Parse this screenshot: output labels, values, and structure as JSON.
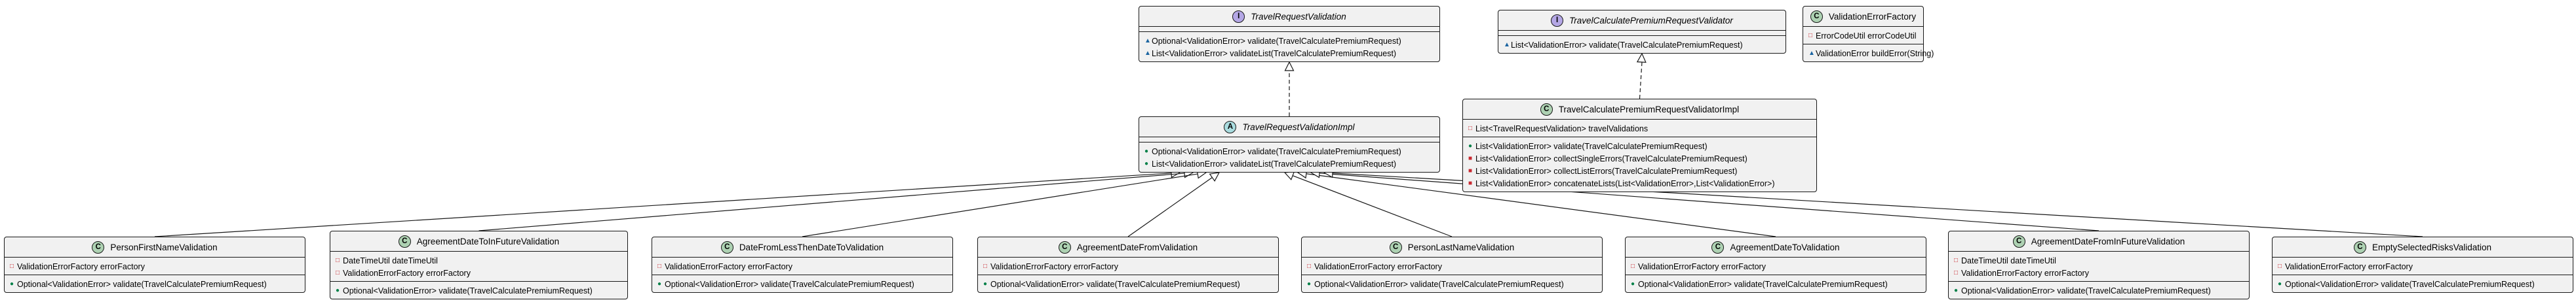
{
  "diagram": {
    "classes": [
      {
        "id": "TravelRequestValidation",
        "kind": "interface",
        "badge": "I",
        "name": "TravelRequestValidation",
        "italic": true,
        "fields": [],
        "methods": [
          {
            "vis": "package",
            "symbol": "▲",
            "text": "Optional<ValidationError> validate(TravelCalculatePremiumRequest)"
          },
          {
            "vis": "package",
            "symbol": "▲",
            "text": "List<ValidationError> validateList(TravelCalculatePremiumRequest)"
          }
        ]
      },
      {
        "id": "TravelCalculatePremiumRequestValidator",
        "kind": "interface",
        "badge": "I",
        "name": "TravelCalculatePremiumRequestValidator",
        "italic": true,
        "fields": [],
        "methods": [
          {
            "vis": "package",
            "symbol": "▲",
            "text": "List<ValidationError> validate(TravelCalculatePremiumRequest)"
          }
        ]
      },
      {
        "id": "ValidationErrorFactory",
        "kind": "class",
        "badge": "C",
        "name": "ValidationErrorFactory",
        "italic": false,
        "fields": [
          {
            "vis": "private",
            "symbol": "□",
            "text": "ErrorCodeUtil errorCodeUtil"
          }
        ],
        "methods": [
          {
            "vis": "package",
            "symbol": "▲",
            "text": "ValidationError buildError(String)"
          }
        ]
      },
      {
        "id": "TravelRequestValidationImpl",
        "kind": "abstract",
        "badge": "A",
        "name": "TravelRequestValidationImpl",
        "italic": true,
        "fields": [],
        "methods": [
          {
            "vis": "public",
            "symbol": "●",
            "text": "Optional<ValidationError> validate(TravelCalculatePremiumRequest)"
          },
          {
            "vis": "public",
            "symbol": "●",
            "text": "List<ValidationError> validateList(TravelCalculatePremiumRequest)"
          }
        ]
      },
      {
        "id": "TravelCalculatePremiumRequestValidatorImpl",
        "kind": "class",
        "badge": "C",
        "name": "TravelCalculatePremiumRequestValidatorImpl",
        "italic": false,
        "fields": [
          {
            "vis": "private",
            "symbol": "□",
            "text": "List<TravelRequestValidation> travelValidations"
          }
        ],
        "methods": [
          {
            "vis": "public",
            "symbol": "●",
            "text": "List<ValidationError> validate(TravelCalculatePremiumRequest)"
          },
          {
            "vis": "private",
            "symbol": "■",
            "text": "List<ValidationError> collectSingleErrors(TravelCalculatePremiumRequest)"
          },
          {
            "vis": "private",
            "symbol": "■",
            "text": "List<ValidationError> collectListErrors(TravelCalculatePremiumRequest)"
          },
          {
            "vis": "private",
            "symbol": "■",
            "text": "List<ValidationError> concatenateLists(List<ValidationError>,List<ValidationError>)"
          }
        ]
      },
      {
        "id": "PersonFirstNameValidation",
        "kind": "class",
        "badge": "C",
        "name": "PersonFirstNameValidation",
        "italic": false,
        "fields": [
          {
            "vis": "private",
            "symbol": "□",
            "text": "ValidationErrorFactory errorFactory"
          }
        ],
        "methods": [
          {
            "vis": "public",
            "symbol": "●",
            "text": "Optional<ValidationError> validate(TravelCalculatePremiumRequest)"
          }
        ]
      },
      {
        "id": "AgreementDateToInFutureValidation",
        "kind": "class",
        "badge": "C",
        "name": "AgreementDateToInFutureValidation",
        "italic": false,
        "fields": [
          {
            "vis": "private",
            "symbol": "□",
            "text": "DateTimeUtil dateTimeUtil"
          },
          {
            "vis": "private",
            "symbol": "□",
            "text": "ValidationErrorFactory errorFactory"
          }
        ],
        "methods": [
          {
            "vis": "public",
            "symbol": "●",
            "text": "Optional<ValidationError> validate(TravelCalculatePremiumRequest)"
          }
        ]
      },
      {
        "id": "DateFromLessThenDateToValidation",
        "kind": "class",
        "badge": "C",
        "name": "DateFromLessThenDateToValidation",
        "italic": false,
        "fields": [
          {
            "vis": "private",
            "symbol": "□",
            "text": "ValidationErrorFactory errorFactory"
          }
        ],
        "methods": [
          {
            "vis": "public",
            "symbol": "●",
            "text": "Optional<ValidationError> validate(TravelCalculatePremiumRequest)"
          }
        ]
      },
      {
        "id": "AgreementDateFromValidation",
        "kind": "class",
        "badge": "C",
        "name": "AgreementDateFromValidation",
        "italic": false,
        "fields": [
          {
            "vis": "private",
            "symbol": "□",
            "text": "ValidationErrorFactory errorFactory"
          }
        ],
        "methods": [
          {
            "vis": "public",
            "symbol": "●",
            "text": "Optional<ValidationError> validate(TravelCalculatePremiumRequest)"
          }
        ]
      },
      {
        "id": "PersonLastNameValidation",
        "kind": "class",
        "badge": "C",
        "name": "PersonLastNameValidation",
        "italic": false,
        "fields": [
          {
            "vis": "private",
            "symbol": "□",
            "text": "ValidationErrorFactory errorFactory"
          }
        ],
        "methods": [
          {
            "vis": "public",
            "symbol": "●",
            "text": "Optional<ValidationError> validate(TravelCalculatePremiumRequest)"
          }
        ]
      },
      {
        "id": "AgreementDateToValidation",
        "kind": "class",
        "badge": "C",
        "name": "AgreementDateToValidation",
        "italic": false,
        "fields": [
          {
            "vis": "private",
            "symbol": "□",
            "text": "ValidationErrorFactory errorFactory"
          }
        ],
        "methods": [
          {
            "vis": "public",
            "symbol": "●",
            "text": "Optional<ValidationError> validate(TravelCalculatePremiumRequest)"
          }
        ]
      },
      {
        "id": "AgreementDateFromInFutureValidation",
        "kind": "class",
        "badge": "C",
        "name": "AgreementDateFromInFutureValidation",
        "italic": false,
        "fields": [
          {
            "vis": "private",
            "symbol": "□",
            "text": "DateTimeUtil dateTimeUtil"
          },
          {
            "vis": "private",
            "symbol": "□",
            "text": "ValidationErrorFactory errorFactory"
          }
        ],
        "methods": [
          {
            "vis": "public",
            "symbol": "●",
            "text": "Optional<ValidationError> validate(TravelCalculatePremiumRequest)"
          }
        ]
      },
      {
        "id": "EmptySelectedRisksValidation",
        "kind": "class",
        "badge": "C",
        "name": "EmptySelectedRisksValidation",
        "italic": false,
        "fields": [
          {
            "vis": "private",
            "symbol": "□",
            "text": "ValidationErrorFactory errorFactory"
          }
        ],
        "methods": [
          {
            "vis": "public",
            "symbol": "●",
            "text": "Optional<ValidationError> validate(TravelCalculatePremiumRequest)"
          }
        ]
      }
    ],
    "relations": [
      {
        "type": "realization",
        "from": "TravelRequestValidationImpl",
        "to": "TravelRequestValidation"
      },
      {
        "type": "realization",
        "from": "TravelCalculatePremiumRequestValidatorImpl",
        "to": "TravelCalculatePremiumRequestValidator"
      },
      {
        "type": "inheritance",
        "from": "PersonFirstNameValidation",
        "to": "TravelRequestValidationImpl"
      },
      {
        "type": "inheritance",
        "from": "AgreementDateToInFutureValidation",
        "to": "TravelRequestValidationImpl"
      },
      {
        "type": "inheritance",
        "from": "DateFromLessThenDateToValidation",
        "to": "TravelRequestValidationImpl"
      },
      {
        "type": "inheritance",
        "from": "AgreementDateFromValidation",
        "to": "TravelRequestValidationImpl"
      },
      {
        "type": "inheritance",
        "from": "PersonLastNameValidation",
        "to": "TravelRequestValidationImpl"
      },
      {
        "type": "inheritance",
        "from": "AgreementDateToValidation",
        "to": "TravelRequestValidationImpl"
      },
      {
        "type": "inheritance",
        "from": "AgreementDateFromInFutureValidation",
        "to": "TravelRequestValidationImpl"
      },
      {
        "type": "inheritance",
        "from": "EmptySelectedRisksValidation",
        "to": "TravelRequestValidationImpl"
      }
    ],
    "colors": {
      "class_fill": "#f1f1f1",
      "border": "#181818",
      "interface_badge": "#b4a7e5",
      "class_badge": "#add1b2",
      "abstract_badge": "#a9dcdf",
      "private_marker": "#c82930",
      "package_marker": "#1963a0",
      "public_marker": "#038048"
    }
  }
}
